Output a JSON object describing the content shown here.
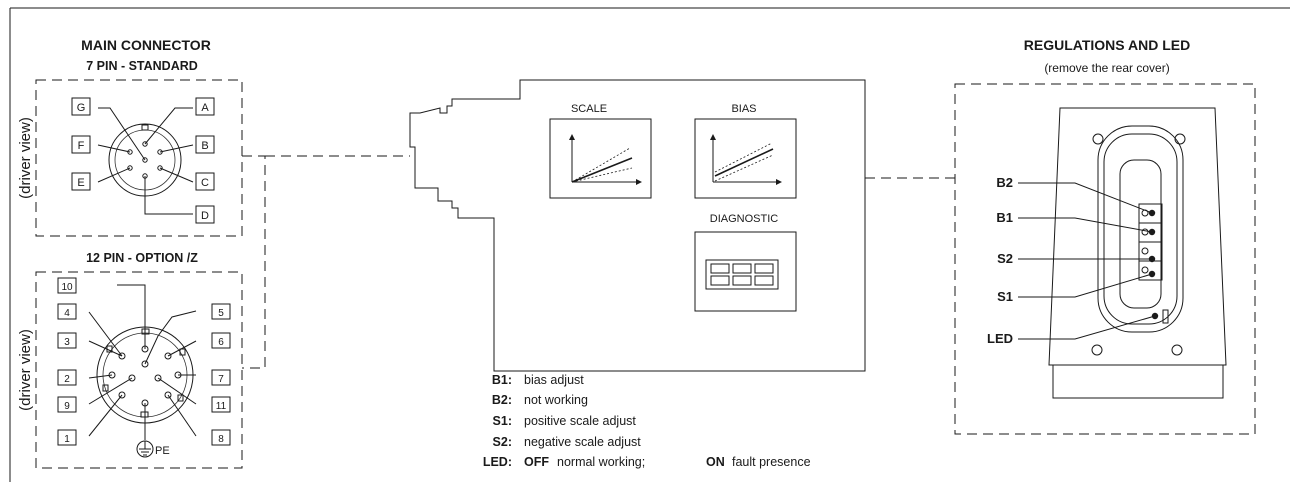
{
  "main_connector": {
    "title": "MAIN CONNECTOR",
    "pin7_title": "7 PIN - STANDARD",
    "pin12_title": "12 PIN - OPTION /Z",
    "driver_view": "(driver view)",
    "pins7": [
      "A",
      "B",
      "C",
      "D",
      "E",
      "F",
      "G"
    ],
    "pins12": [
      "1",
      "2",
      "3",
      "4",
      "5",
      "6",
      "7",
      "8",
      "9",
      "10",
      "11"
    ],
    "pe_label": "PE"
  },
  "device": {
    "scale_label": "SCALE",
    "bias_label": "BIAS",
    "diagnostic_label": "DIAGNOSTIC"
  },
  "regulations": {
    "title": "REGULATIONS AND LED",
    "subtitle": "(remove the rear cover)",
    "callouts": [
      "B2",
      "B1",
      "S2",
      "S1",
      "LED"
    ]
  },
  "legend": [
    {
      "key": "B1:",
      "text": "bias adjust"
    },
    {
      "key": "B2:",
      "text": "not working"
    },
    {
      "key": "S1:",
      "text": "positive scale adjust"
    },
    {
      "key": "S2:",
      "text": "negative scale adjust"
    }
  ],
  "led_legend": {
    "key": "LED:",
    "off_label": "OFF",
    "off_text": "normal working;",
    "on_label": "ON",
    "on_text": "fault presence"
  }
}
